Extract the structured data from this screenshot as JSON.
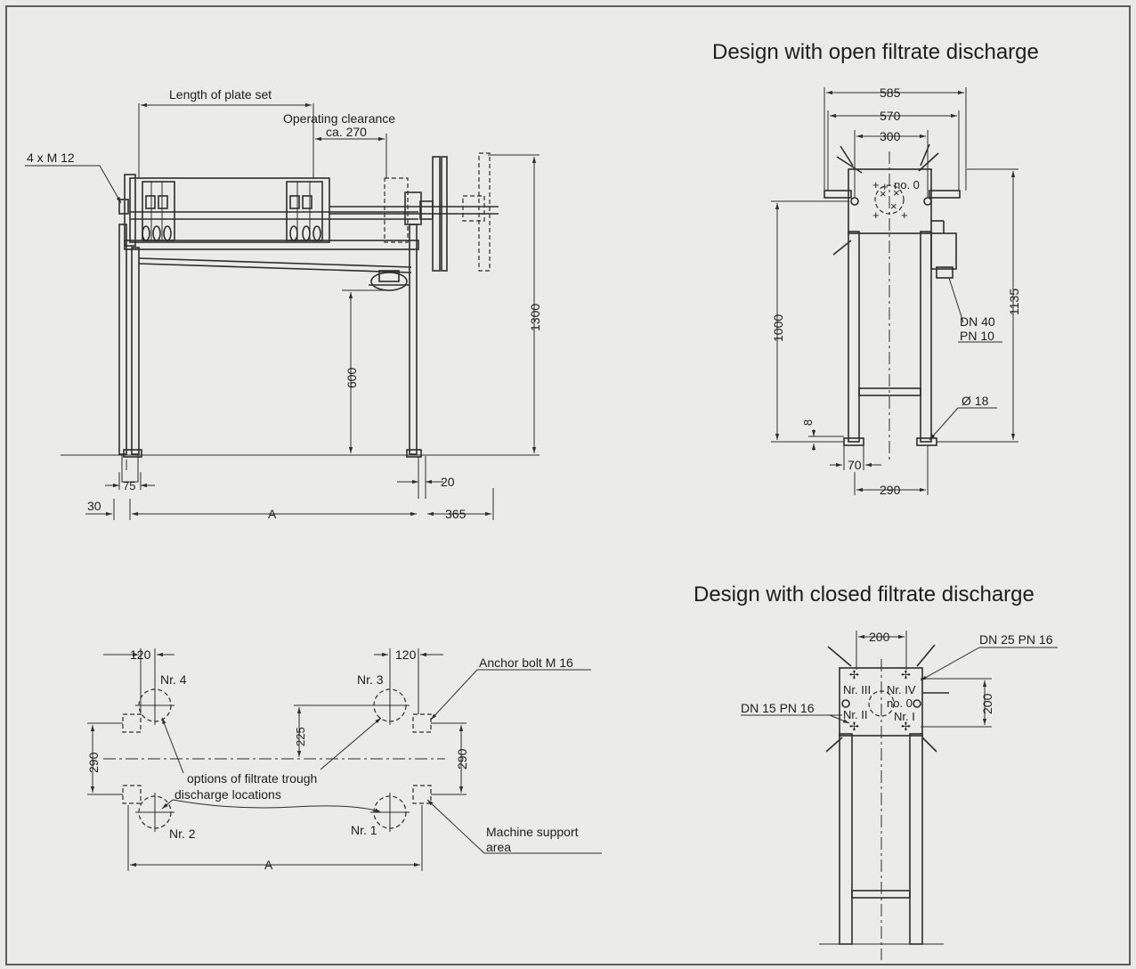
{
  "titles": {
    "open": "Design with open filtrate discharge",
    "closed": "Design with closed filtrate discharge"
  },
  "side_view": {
    "length_plate_set": "Length of plate set",
    "operating_clearance": "Operating clearance",
    "operating_clearance_value": "ca. 270",
    "bolts": "4 x M 12",
    "height_total": "1300",
    "height_600": "600",
    "dim_75": "75",
    "dim_20": "20",
    "dim_30": "30",
    "dim_A": "A",
    "dim_365": "365"
  },
  "open_view": {
    "dim_585": "585",
    "dim_570": "570",
    "dim_300": "300",
    "no0": "no. 0",
    "dim_1000": "1000",
    "dim_1135": "1135",
    "dn": "DN 40",
    "pn": "PN 10",
    "dia": "Ø 18",
    "dim_8": "8",
    "dim_70": "70",
    "dim_290": "290"
  },
  "plan_view": {
    "dim_120_left": "120",
    "dim_120_right": "120",
    "nr4": "Nr. 4",
    "nr3": "Nr. 3",
    "nr2": "Nr. 2",
    "nr1": "Nr. 1",
    "anchor_bolt": "Anchor bolt M 16",
    "dim_225": "225",
    "dim_290_left": "290",
    "dim_290_right": "290",
    "options_line1": "options of filtrate trough",
    "options_line2": "discharge locations",
    "support_line1": "Machine support",
    "support_line2": "area",
    "dim_A": "A"
  },
  "closed_view": {
    "dim_200_top": "200",
    "dn25": "DN 25 PN 16",
    "dn15": "DN 15 PN 16",
    "dim_200_side": "200",
    "nr_III": "Nr. III",
    "nr_IV": "Nr. IV",
    "no0": "no. 0",
    "nr_II": "Nr. II",
    "nr_I": "Nr. I"
  }
}
